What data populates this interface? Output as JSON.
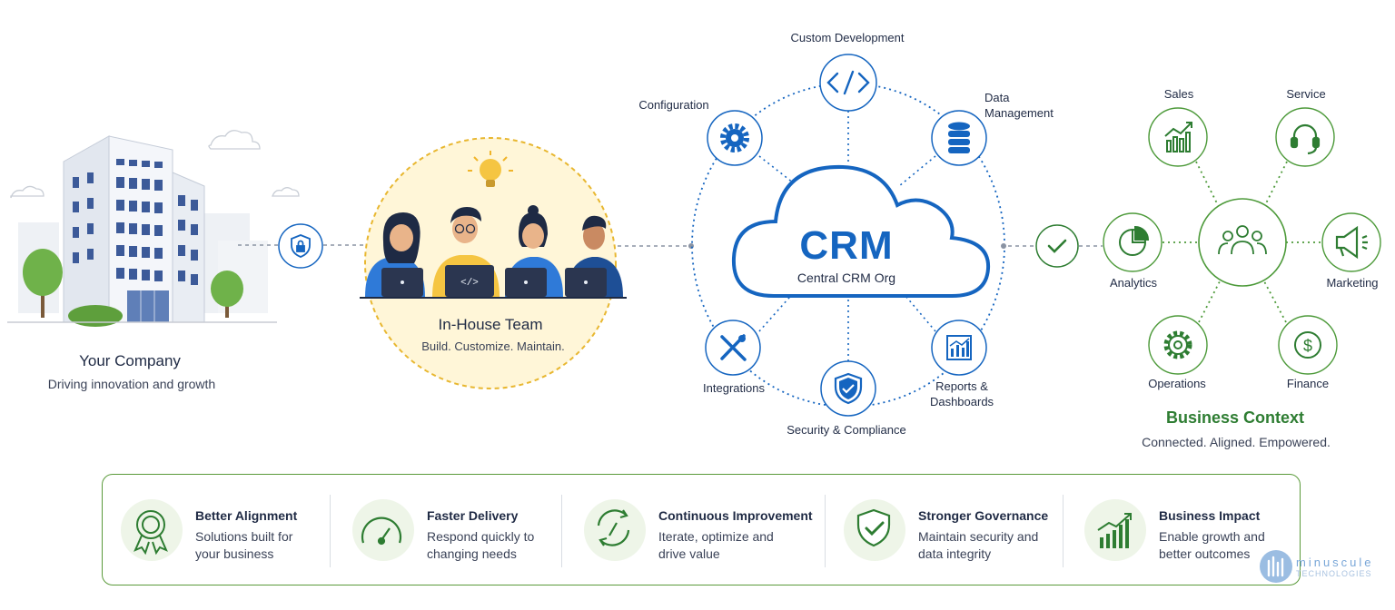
{
  "company": {
    "title": "Your Company",
    "subtitle": "Driving innovation and growth"
  },
  "team": {
    "title": "In-House Team",
    "subtitle": "Build. Customize. Maintain."
  },
  "crm": {
    "title": "CRM",
    "subtitle": "Central CRM Org",
    "satellites": {
      "custom_development": "Custom Development",
      "configuration": "Configuration",
      "data_management_line1": "Data",
      "data_management_line2": "Management",
      "integrations": "Integrations",
      "reports_line1": "Reports &",
      "reports_line2": "Dashboards",
      "security": "Security & Compliance"
    }
  },
  "business": {
    "title": "Business Context",
    "subtitle": "Connected. Aligned. Empowered.",
    "nodes": {
      "sales": "Sales",
      "service": "Service",
      "analytics": "Analytics",
      "marketing": "Marketing",
      "operations": "Operations",
      "finance": "Finance"
    }
  },
  "benefits": [
    {
      "title": "Better Alignment",
      "line1": "Solutions built for",
      "line2": "your business",
      "icon": "award-ribbon-icon"
    },
    {
      "title": "Faster Delivery",
      "line1": "Respond quickly to",
      "line2": "changing needs",
      "icon": "speedometer-icon"
    },
    {
      "title": "Continuous Improvement",
      "line1": "Iterate, optimize and",
      "line2": "drive value",
      "icon": "refresh-cycle-icon"
    },
    {
      "title": "Stronger Governance",
      "line1": "Maintain security and",
      "line2": "data integrity",
      "icon": "shield-check-icon"
    },
    {
      "title": "Business Impact",
      "line1": "Enable growth and",
      "line2": "better outcomes",
      "icon": "growth-chart-icon"
    }
  ],
  "logo": {
    "name": "minuscule",
    "tagline": "TECHNOLOGIES"
  },
  "colors": {
    "blue": "#1565c0",
    "green": "#2e7d32",
    "team_circle": "#fff6d8",
    "team_border": "#e8b730"
  }
}
